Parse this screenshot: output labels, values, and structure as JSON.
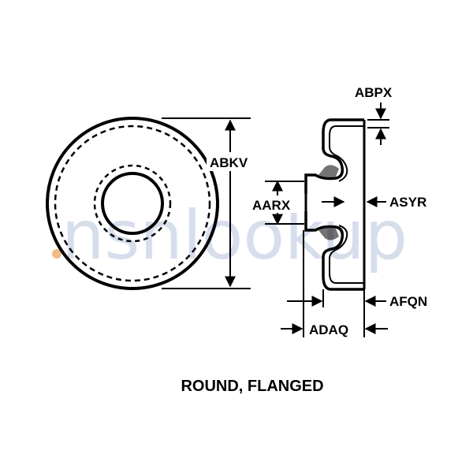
{
  "watermark": {
    "text": "nsnlookup"
  },
  "labels": {
    "abkv": "ABKV",
    "abpx": "ABPX",
    "aarx": "AARX",
    "asyr": "ASYR",
    "afqn": "AFQN",
    "adaq": "ADAQ"
  },
  "caption": "ROUND, FLANGED",
  "colors": {
    "line": "#000000",
    "background": "#ffffff",
    "watermark": "#c9d4e6",
    "watermark_dot": "#f3b27a"
  }
}
